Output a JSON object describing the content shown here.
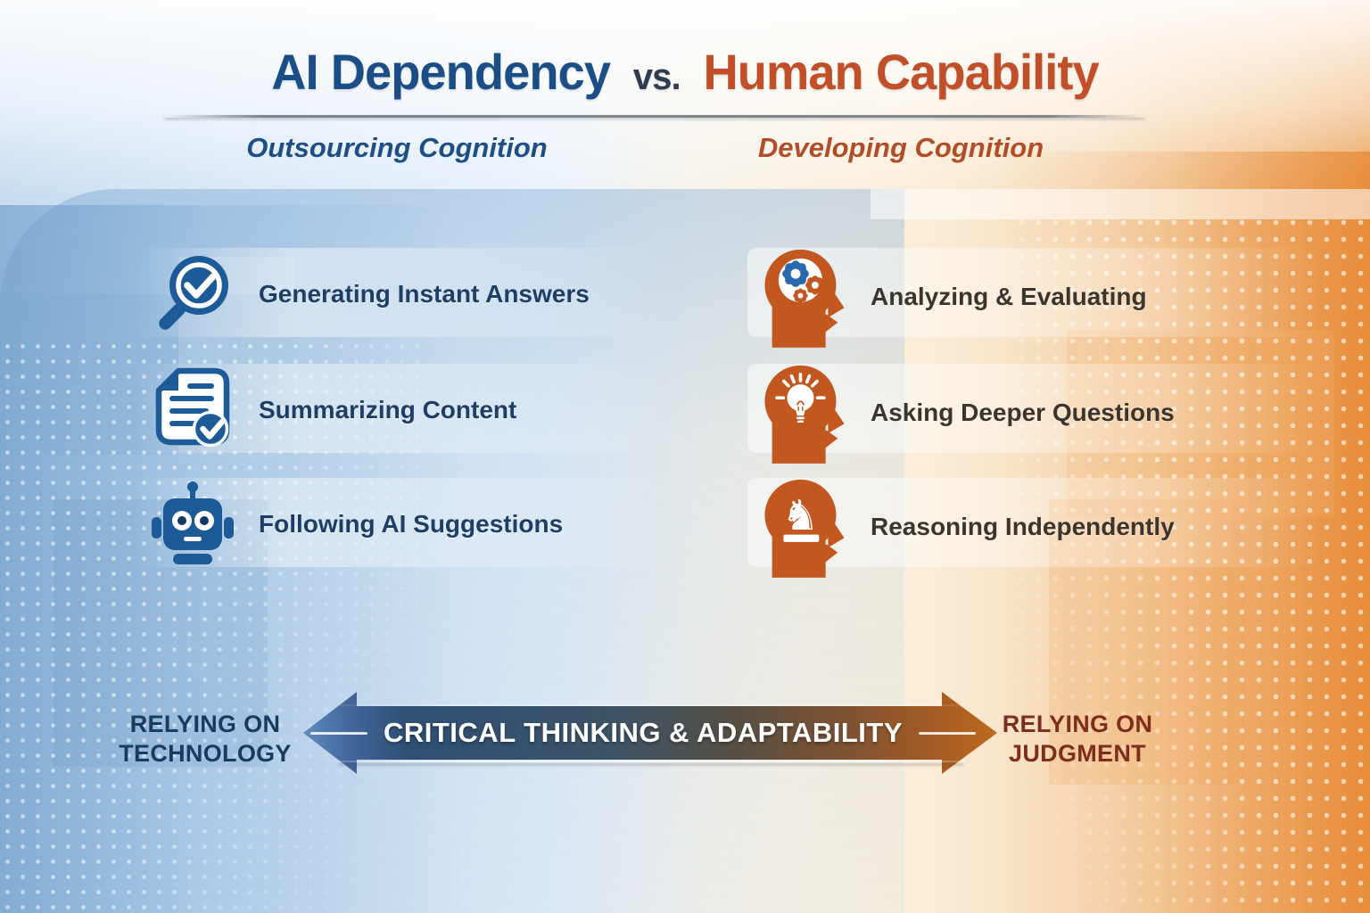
{
  "title": {
    "part1": "AI Dependency",
    "separator": "vs.",
    "part2": "Human Capability"
  },
  "left_column": {
    "subtitle": "Outsourcing Cognition",
    "items": [
      {
        "icon": "magnifier-check-icon",
        "label": "Generating Instant Answers"
      },
      {
        "icon": "document-check-icon",
        "label": "Summarizing Content"
      },
      {
        "icon": "robot-icon",
        "label": "Following AI Suggestions"
      }
    ]
  },
  "right_column": {
    "subtitle": "Developing Cognition",
    "items": [
      {
        "icon": "head-gears-icon",
        "label": "Analyzing & Evaluating"
      },
      {
        "icon": "head-lightbulb-icon",
        "label": "Asking Deeper Questions"
      },
      {
        "icon": "head-knight-icon",
        "label": "Reasoning Independently"
      }
    ]
  },
  "footer": {
    "left_label_line1": "RELYING ON",
    "left_label_line2": "TECHNOLOGY",
    "arrow_label": "CRITICAL THINKING & ADAPTABILITY",
    "right_label_line1": "RELYING ON",
    "right_label_line2": "JUDGMENT"
  },
  "colors": {
    "blue_accent": "#1c5b97",
    "blue_text": "#1d4f86",
    "title_blue": "#1b4e86",
    "title_orange": "#c1502a",
    "orange_accent": "#c2571f",
    "orange_text": "#b24e27",
    "arrow_blue": "#41659a",
    "arrow_orange": "#bc6a1f",
    "footer_left_text": "#1c3a5e",
    "footer_right_text": "#7d2f1b"
  }
}
